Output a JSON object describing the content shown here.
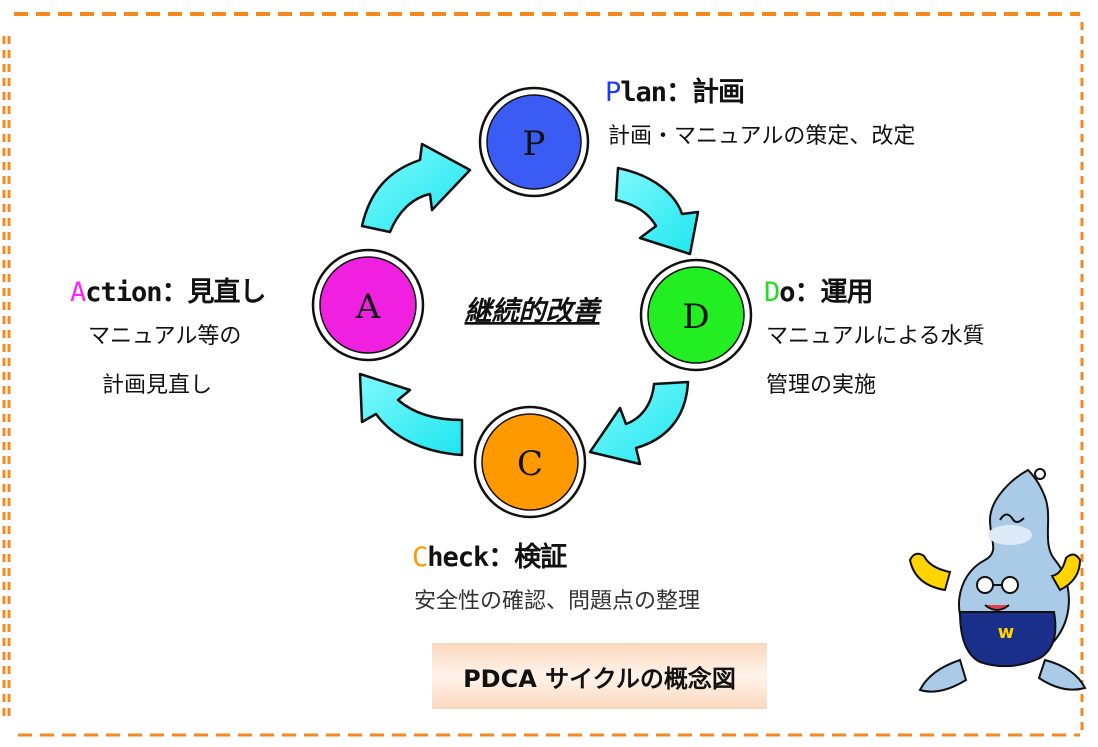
{
  "center_label": "継続的改善",
  "nodes": {
    "p": {
      "letter": "P",
      "color": "#3a5cf5"
    },
    "d": {
      "letter": "D",
      "color": "#22ee22"
    },
    "c": {
      "letter": "C",
      "color": "#ff9900"
    },
    "a": {
      "letter": "A",
      "color": "#f020e0"
    }
  },
  "plan": {
    "initial": "P",
    "head": "lan：計画",
    "desc": "計画・マニュアルの策定、改定",
    "color": "#1a3cff"
  },
  "do": {
    "initial": "D",
    "head": "o：運用",
    "desc_line1": "マニュアルによる水質",
    "desc_line2": "管理の実施",
    "color": "#22dd22"
  },
  "check": {
    "initial": "C",
    "head": "heck：検証",
    "desc": "安全性の確認、問題点の整理",
    "color": "#ff9900"
  },
  "action": {
    "initial": "A",
    "head": "ction：見直し",
    "desc_line1": "マニュアル等の",
    "desc_line2": "計画見直し",
    "color": "#ff22ff"
  },
  "caption": "PDCA サイクルの概念図",
  "colors": {
    "border": "#f5891f",
    "arrow": "#33eef5"
  }
}
